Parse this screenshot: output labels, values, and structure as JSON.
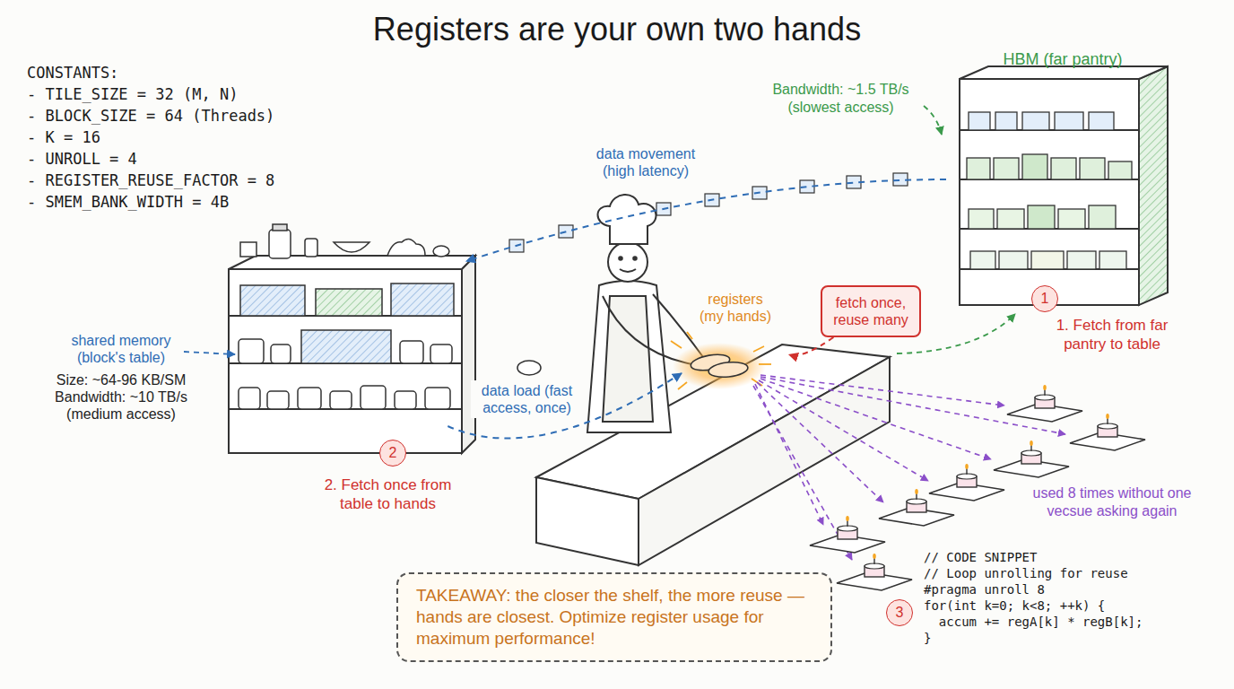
{
  "diagram": {
    "title": "Registers are your own two hands",
    "nodes": [
      {
        "text": [
          "HBM (far pantry)"
        ]
      },
      {
        "text": [
          "shared memory (block's table)",
          "Size: ~64-96 KB/SM Bandwidth: ~10 TB/s (medium access)"
        ]
      },
      {
        "text": [
          "registers (my hands)"
        ]
      },
      {
        "text": [
          "fetch once, reuse many"
        ]
      },
      {
        "text": [
          "1"
        ]
      },
      {
        "text": [
          "2"
        ]
      },
      {
        "text": [
          "3"
        ]
      },
      {
        "text": [
          "TAKEAWAY: the closer the shelf, the more reuse — hands are closest. Optimize register usage for maximum performance!"
        ]
      }
    ],
    "edges": [
      {
        "from": 0,
        "to": 1,
        "label": "data movement (high latency)",
        "arrow": "to"
      },
      {
        "from": 1,
        "to": 2,
        "label": "data load (fast access, once)",
        "arrow": "to"
      },
      {
        "from": 3,
        "to": 2,
        "arrow": "to"
      }
    ],
    "labels": [
      "CONSTANTS:",
      "- TILE_SIZE = 32 (M, N)",
      "- BLOCK_SIZE = 64 (Threads)",
      "- K = 16",
      "- UNROLL = 4",
      "- REGISTER_REUSE_FACTOR = 8",
      "- SMEM_BANK_WIDTH = 4B",
      "Bandwidth: ~1.5 TB/s (slowest access)",
      "1. Fetch from far pantry to table",
      "2. Fetch once from table to hands",
      "used 8 times without one vecsue asking again",
      "// CODE SNIPPET",
      "// Loop unrolling for reuse",
      "#pragma unroll 8",
      "for(int k=0; k<8; ++k) {",
      "  accum += regA[k] * regB[k];",
      "}"
    ]
  }
}
